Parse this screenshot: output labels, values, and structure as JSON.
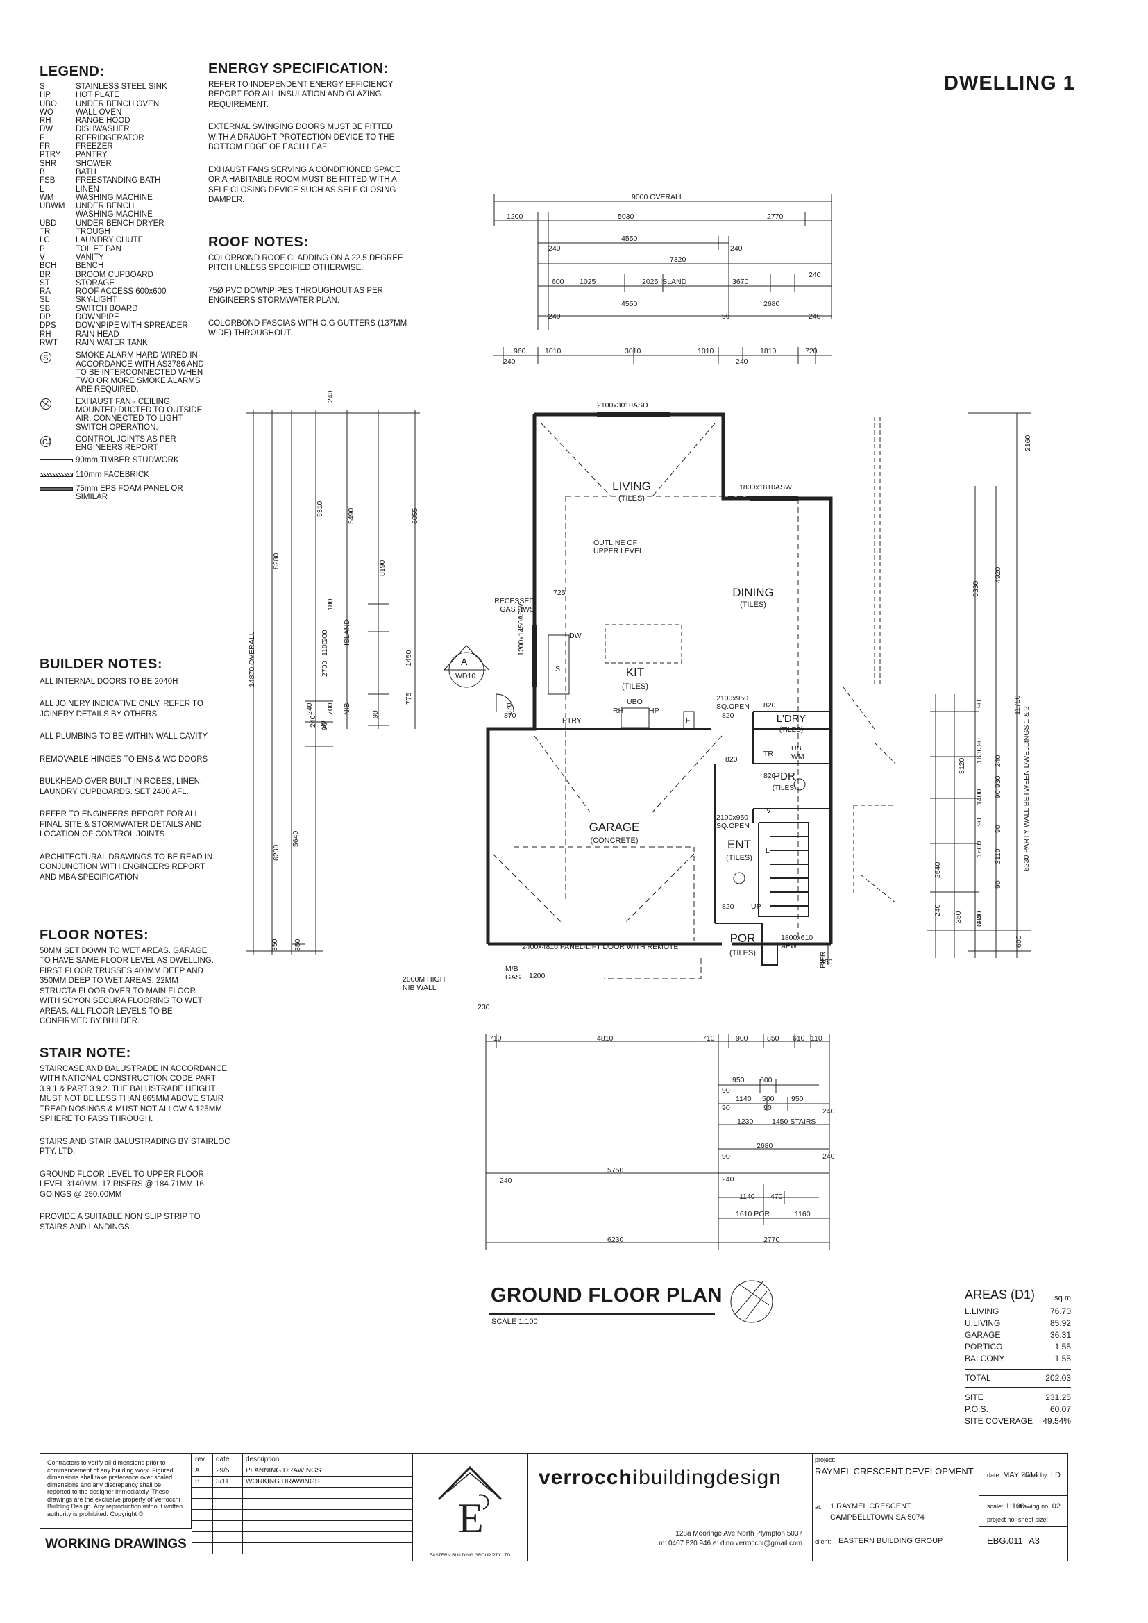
{
  "header": {
    "dwelling": "DWELLING 1"
  },
  "legend": {
    "title": "LEGEND:",
    "items": [
      {
        "code": "S",
        "desc": "STAINLESS STEEL SINK"
      },
      {
        "code": "HP",
        "desc": "HOT PLATE"
      },
      {
        "code": "UBO",
        "desc": "UNDER BENCH OVEN"
      },
      {
        "code": "WO",
        "desc": "WALL OVEN"
      },
      {
        "code": "RH",
        "desc": "RANGE HOOD"
      },
      {
        "code": "DW",
        "desc": "DISHWASHER"
      },
      {
        "code": "F",
        "desc": "REFRIDGERATOR"
      },
      {
        "code": "FR",
        "desc": "FREEZER"
      },
      {
        "code": "PTRY",
        "desc": "PANTRY"
      },
      {
        "code": "SHR",
        "desc": "SHOWER"
      },
      {
        "code": "B",
        "desc": "BATH"
      },
      {
        "code": "FSB",
        "desc": "FREESTANDING BATH"
      },
      {
        "code": "L",
        "desc": "LINEN"
      },
      {
        "code": "WM",
        "desc": "WASHING MACHINE"
      },
      {
        "code": "UBWM",
        "desc": "UNDER BENCH"
      },
      {
        "code": "",
        "desc": "WASHING MACHINE"
      },
      {
        "code": "UBD",
        "desc": "UNDER BENCH DRYER"
      },
      {
        "code": "TR",
        "desc": "TROUGH"
      },
      {
        "code": "LC",
        "desc": "LAUNDRY CHUTE"
      },
      {
        "code": "P",
        "desc": "TOILET PAN"
      },
      {
        "code": "V",
        "desc": "VANITY"
      },
      {
        "code": "BCH",
        "desc": "BENCH"
      },
      {
        "code": "BR",
        "desc": "BROOM CUPBOARD"
      },
      {
        "code": "ST",
        "desc": "STORAGE"
      },
      {
        "code": "RA",
        "desc": "ROOF ACCESS 600x600"
      },
      {
        "code": "SL",
        "desc": "SKY-LIGHT"
      },
      {
        "code": "SB",
        "desc": "SWITCH BOARD"
      },
      {
        "code": "DP",
        "desc": "DOWNPIPE"
      },
      {
        "code": "DPS",
        "desc": "DOWNPIPE WITH SPREADER"
      },
      {
        "code": "RH",
        "desc": "RAIN HEAD"
      },
      {
        "code": "RWT",
        "desc": "RAIN WATER TANK"
      }
    ],
    "smoke": "SMOKE ALARM HARD WIRED IN ACCORDANCE WITH AS3786 AND TO BE INTERCONNECTED WHEN TWO OR MORE SMOKE ALARMS ARE REQUIRED.",
    "fan": "EXHAUST FAN - CEILING MOUNTED DUCTED TO OUTSIDE AIR, CONNECTED TO LIGHT SWITCH OPERATION.",
    "joints": "CONTROL JOINTS AS PER ENGINEERS REPORT",
    "wall1": "90mm TIMBER STUDWORK",
    "wall2": "110mm FACEBRICK",
    "wall3": "75mm EPS FOAM PANEL OR SIMILAR"
  },
  "builder_notes": {
    "title": "BUILDER NOTES:",
    "items": [
      "ALL INTERNAL DOORS TO BE 2040H",
      "ALL JOINERY INDICATIVE ONLY. REFER TO JOINERY DETAILS BY OTHERS.",
      "ALL PLUMBING TO BE WITHIN WALL CAVITY",
      "REMOVABLE HINGES TO ENS & WC DOORS",
      "BULKHEAD OVER BUILT IN ROBES, LINEN, LAUNDRY CUPBOARDS. SET 2400 AFL.",
      "REFER TO ENGINEERS REPORT FOR ALL FINAL SITE & STORMWATER DETAILS AND LOCATION OF CONTROL JOINTS",
      "ARCHITECTURAL DRAWINGS TO BE READ IN CONJUNCTION WITH ENGINEERS REPORT AND MBA SPECIFICATION"
    ]
  },
  "floor_notes": {
    "title": "FLOOR NOTES:",
    "text": "50MM SET DOWN TO WET AREAS. GARAGE TO HAVE SAME FLOOR LEVEL AS DWELLING. FIRST FLOOR TRUSSES 400MM DEEP AND 350MM DEEP TO WET AREAS, 22MM STRUCTA FLOOR OVER TO MAIN FLOOR WITH SCYON SECURA FLOORING TO WET AREAS. ALL FLOOR LEVELS TO BE CONFIRMED BY BUILDER."
  },
  "stair_note": {
    "title": "STAIR NOTE:",
    "items": [
      "STAIRCASE AND BALUSTRADE IN ACCORDANCE WITH NATIONAL CONSTRUCTION CODE PART 3.9.1 & PART 3.9.2. THE BALUSTRADE HEIGHT MUST NOT BE LESS THAN 865mm ABOVE STAIR TREAD NOSINGS & MUST NOT ALLOW A 125mm SPHERE TO PASS THROUGH.",
      "STAIRS AND STAIR BALUSTRADING BY STAIRLOC PTY. LTD.",
      "GROUND FLOOR LEVEL TO UPPER FLOOR LEVEL 3140mm. 17 RISERS @ 184.71mm 16 GOINGS @ 250.00mm",
      "PROVIDE A SUITABLE NON SLIP STRIP TO STAIRS AND LANDINGS."
    ]
  },
  "energy": {
    "title": "ENERGY SPECIFICATION:",
    "items": [
      "REFER TO INDEPENDENT ENERGY EFFICIENCY REPORT FOR ALL INSULATION AND GLAZING REQUIREMENT.",
      "EXTERNAL SWINGING DOORS MUST BE FITTED WITH A DRAUGHT PROTECTION DEVICE TO THE BOTTOM EDGE OF EACH LEAF",
      "EXHAUST FANS SERVING A CONDITIONED SPACE OR A HABITABLE ROOM MUST BE FITTED WITH A SELF CLOSING DEVICE SUCH AS SELF CLOSING DAMPER."
    ]
  },
  "roof": {
    "title": "ROOF NOTES:",
    "items": [
      "COLORBOND ROOF CLADDING ON A 22.5 DEGREE PITCH UNLESS SPECIFIED OTHERWISE.",
      "75Ø PVC DOWNPIPES THROUGHOUT AS PER ENGINEERS STORMWATER PLAN.",
      "COLORBOND FASCIAS WITH O.G GUTTERS (137mm WIDE) THROUGHOUT."
    ]
  },
  "plan": {
    "title": "GROUND FLOOR PLAN",
    "scale": "SCALE 1:100",
    "rooms": {
      "living": "LIVING",
      "living_f": "(TILES)",
      "dining": "DINING",
      "dining_f": "(TILES)",
      "kit": "KIT",
      "kit_f": "(TILES)",
      "garage": "GARAGE",
      "garage_f": "(CONCRETE)",
      "ent": "ENT",
      "ent_f": "(TILES)",
      "por": "POR",
      "por_f": "(TILES)",
      "ldry": "L'DRY",
      "ldry_f": "(TILES)",
      "pdr": "PDR",
      "pdr_f": "(TILES)"
    },
    "labels": {
      "window_top": "2100x3010ASD",
      "window_dining": "1800x1810ASW",
      "outline": "OUTLINE OF UPPER LEVEL",
      "hws": "RECESSED GAS HWS",
      "asw": "1200x1450ASW",
      "open1": "2100x950 SQ.OPEN",
      "open2": "2100x950 SQ.OPEN",
      "garage_door": "2400x4810 PANEL-LIFT DOOR WITH REMOTE",
      "afw": "1800x610 AFW",
      "nib": "2000M HIGH NIB WALL",
      "mb": "M/B GAS",
      "pier": "PIER",
      "party": "6230 PARTY WALL BETWEEN DWELLINGS 1 & 2",
      "section": "A",
      "section_ref": "WD10",
      "ptry": "PTRY",
      "dw": "DW",
      "ubo": "UBO",
      "rh": "RH",
      "hp": "HP",
      "f": "F",
      "tr": "TR",
      "ubwm": "UB WM",
      "l": "L",
      "up": "UP",
      "v": "V",
      "s": "S"
    },
    "dims_top": [
      "9000 OVERALL",
      "1200",
      "5030",
      "2770",
      "4550",
      "240",
      "240",
      "7320",
      "600",
      "1025",
      "2025 ISLAND",
      "3670",
      "240",
      "4550",
      "2680",
      "240",
      "90",
      "240",
      "960",
      "1010",
      "3010",
      "1010",
      "1810",
      "720",
      "240",
      "240"
    ],
    "dims_left": [
      "8280",
      "5310",
      "5490",
      "8190",
      "6055",
      "14870 OVERALL",
      "2700",
      "900",
      "180",
      "1100",
      "ISLAND",
      "700",
      "NIB",
      "90",
      "1450",
      "775",
      "90",
      "240",
      "6230",
      "5640",
      "350",
      "350",
      "870",
      "90",
      "240",
      "240"
    ],
    "dims_right": [
      "2160",
      "5330",
      "4920",
      "11750",
      "3120",
      "1630",
      "1400",
      "930",
      "3110",
      "1600",
      "2640",
      "90",
      "90",
      "90",
      "240",
      "240",
      "600",
      "350",
      "600",
      "240",
      "90",
      "90",
      "90"
    ],
    "dims_bottom": [
      "710",
      "4810",
      "710",
      "900",
      "850",
      "610",
      "110",
      "950",
      "600",
      "90",
      "1140",
      "500",
      "950",
      "90",
      "90",
      "240",
      "1230",
      "1450 STAIRS",
      "2680",
      "90",
      "240",
      "5750",
      "240",
      "240",
      "1140",
      "470",
      "1610 POR",
      "1160",
      "6230",
      "2770"
    ],
    "dims_misc": [
      "725",
      "870",
      "820",
      "820",
      "1200",
      "230",
      "350",
      "820",
      "820",
      "820"
    ]
  },
  "areas": {
    "title": "AREAS (D1)",
    "unit": "sq.m",
    "rows": [
      {
        "label": "L.LIVING",
        "value": "76.70"
      },
      {
        "label": "U.LIVING",
        "value": "85.92"
      },
      {
        "label": "GARAGE",
        "value": "36.31"
      },
      {
        "label": "PORTICO",
        "value": "1.55"
      },
      {
        "label": "BALCONY",
        "value": "1.55"
      }
    ],
    "total_label": "TOTAL",
    "total_value": "202.03",
    "site_rows": [
      {
        "label": "SITE",
        "value": "231.25"
      },
      {
        "label": "P.O.S.",
        "value": "60.07"
      },
      {
        "label": "SITE COVERAGE",
        "value": "49.54%"
      }
    ]
  },
  "titleblock": {
    "disclaimer": "Contractors to verify all dimensions prior to commencement of any building work. Figured dimensions shall take preference over scaled dimensions and any discrepancy shall be reported to the designer immediately. These drawings are the exclusive property of Verrocchi Building Design. Any reproduction without written authority is prohibited.",
    "copyright": "Copyright",
    "stage": "WORKING DRAWINGS",
    "rev_headers": [
      "rev",
      "date",
      "description"
    ],
    "revisions": [
      {
        "rev": "A",
        "date": "29/5",
        "desc": "PLANNING DRAWINGS"
      },
      {
        "rev": "B",
        "date": "3/11",
        "desc": "WORKING DRAWINGS"
      }
    ],
    "logo_caption": "EASTERN BUILDING GROUP PTY LTD",
    "brand_a": "verrocchi",
    "brand_b": "buildingdesign",
    "address": "128a Mooringe Ave North Plympton 5037",
    "contact": "m: 0407 820 946 e: dino.verrocchi@gmail.com",
    "project_label": "project:",
    "project": "RAYMEL CRESCENT DEVELOPMENT",
    "at_label": "at:",
    "at1": "1 RAYMEL CRESCENT",
    "at2": "CAMPBELLTOWN SA 5074",
    "client_label": "client:",
    "client": "EASTERN BUILDING GROUP",
    "date_label": "date:",
    "date": "MAY 2014",
    "drawn_label": "drawn by:",
    "drawn": "LD",
    "scale_label": "scale:",
    "scale": "1:100",
    "drawing_label": "drawing no:",
    "drawing": "02",
    "projno_label": "project no:",
    "projno": "EBG.011",
    "sheet_label": "sheet size:",
    "sheet": "A3"
  }
}
